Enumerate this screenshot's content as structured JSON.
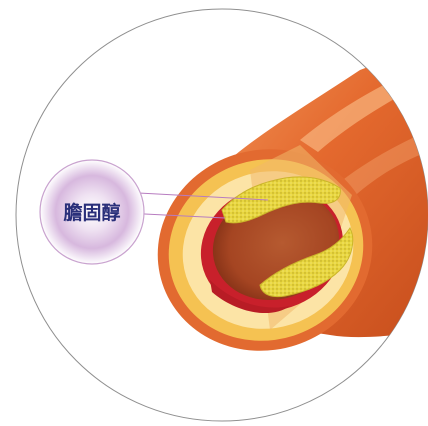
{
  "diagram": {
    "callout_label": "膽固醇",
    "colors": {
      "artery_outer": "#e0662a",
      "artery_highlight": "#f6a063",
      "artery_wall_ring": "#f6c457",
      "artery_wall_inner": "#fde6a8",
      "lumen": "#c45a2e",
      "lumen_shadow": "#9a3c20",
      "plaque": "#e7d43c",
      "plaque_dots": "#b9a41f",
      "blood_red": "#c8202b",
      "callout_ring": "#c9a3cf",
      "callout_glow": "#d7b8de",
      "label_text": "#2a2f7a",
      "frame_circle": "#999999"
    },
    "icons": [
      "artery-cross-section",
      "cholesterol-plaque",
      "callout-magnifier"
    ]
  }
}
